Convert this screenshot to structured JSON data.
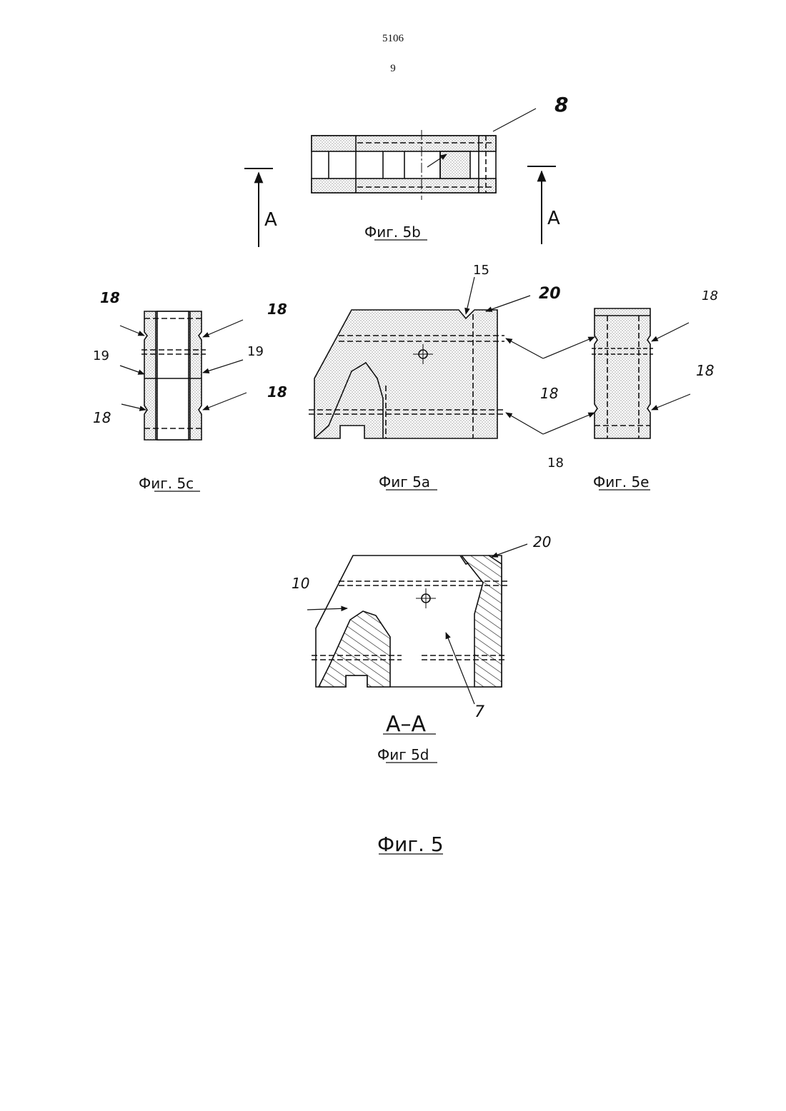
{
  "header": {
    "page_code": "5106",
    "page_number": "9"
  },
  "views": {
    "fig5b": {
      "caption": "Фиг. 5b",
      "refs": [
        "8"
      ]
    },
    "section_arrows": {
      "left": "A",
      "right": "A"
    },
    "fig5c": {
      "caption": "Фиг. 5c",
      "refs": [
        "18",
        "18",
        "19",
        "19",
        "18",
        "18"
      ]
    },
    "fig5a": {
      "caption": "Фиг 5a",
      "refs": [
        "15",
        "20",
        "18",
        "18"
      ]
    },
    "fig5e": {
      "caption": "Фиг. 5e",
      "refs": [
        "18",
        "18"
      ]
    },
    "fig5d": {
      "section": "A–A",
      "caption": "Фиг 5d",
      "refs": [
        "20",
        "10",
        "7"
      ]
    }
  },
  "figure_caption": "Фиг. 5",
  "colors": {
    "ink": "#111111",
    "shade": "#9a9a9a",
    "paper": "#ffffff"
  }
}
